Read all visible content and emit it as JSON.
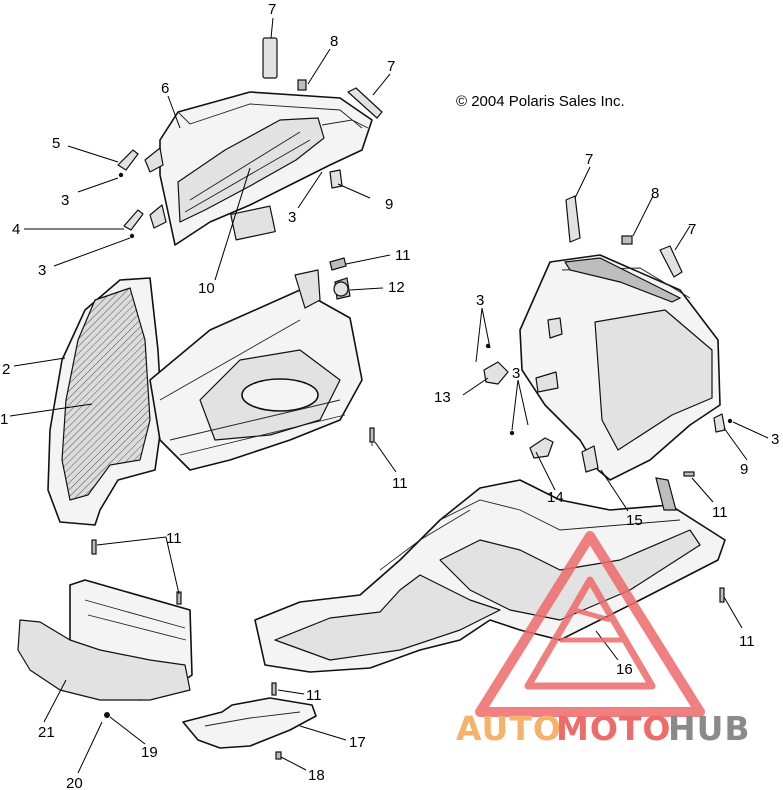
{
  "copyright": "© 2004 Polaris Sales Inc.",
  "watermark": {
    "word_auto": "AUTO",
    "word_moto": "MOTO",
    "word_hub": "HUB",
    "color_orange": "#f6b26b",
    "color_red": "#ee6b6b",
    "color_grey": "#8a8a8a"
  },
  "callouts": [
    {
      "id": "c7a",
      "text": "7"
    },
    {
      "id": "c8a",
      "text": "8"
    },
    {
      "id": "c7b",
      "text": "7"
    },
    {
      "id": "c6",
      "text": "6"
    },
    {
      "id": "c5",
      "text": "5"
    },
    {
      "id": "c3a",
      "text": "3"
    },
    {
      "id": "c3b",
      "text": "3"
    },
    {
      "id": "c9a",
      "text": "9"
    },
    {
      "id": "c4",
      "text": "4"
    },
    {
      "id": "c3c",
      "text": "3"
    },
    {
      "id": "c10",
      "text": "10"
    },
    {
      "id": "c11a",
      "text": "11"
    },
    {
      "id": "c12",
      "text": "12"
    },
    {
      "id": "c2",
      "text": "2"
    },
    {
      "id": "c1",
      "text": "1"
    },
    {
      "id": "c11b",
      "text": "11"
    },
    {
      "id": "c7c",
      "text": "7"
    },
    {
      "id": "c8b",
      "text": "8"
    },
    {
      "id": "c7d",
      "text": "7"
    },
    {
      "id": "c3d",
      "text": "3"
    },
    {
      "id": "c13",
      "text": "13"
    },
    {
      "id": "c3e",
      "text": "3"
    },
    {
      "id": "c3f",
      "text": "3"
    },
    {
      "id": "c9b",
      "text": "9"
    },
    {
      "id": "c14",
      "text": "14"
    },
    {
      "id": "c15",
      "text": "15"
    },
    {
      "id": "c11c",
      "text": "11"
    },
    {
      "id": "c11d",
      "text": "11"
    },
    {
      "id": "c11e",
      "text": "11"
    },
    {
      "id": "c16",
      "text": "16"
    },
    {
      "id": "c11f",
      "text": "11"
    },
    {
      "id": "c21",
      "text": "21"
    },
    {
      "id": "c19",
      "text": "19"
    },
    {
      "id": "c17",
      "text": "17"
    },
    {
      "id": "c20",
      "text": "20"
    },
    {
      "id": "c18",
      "text": "18"
    }
  ]
}
